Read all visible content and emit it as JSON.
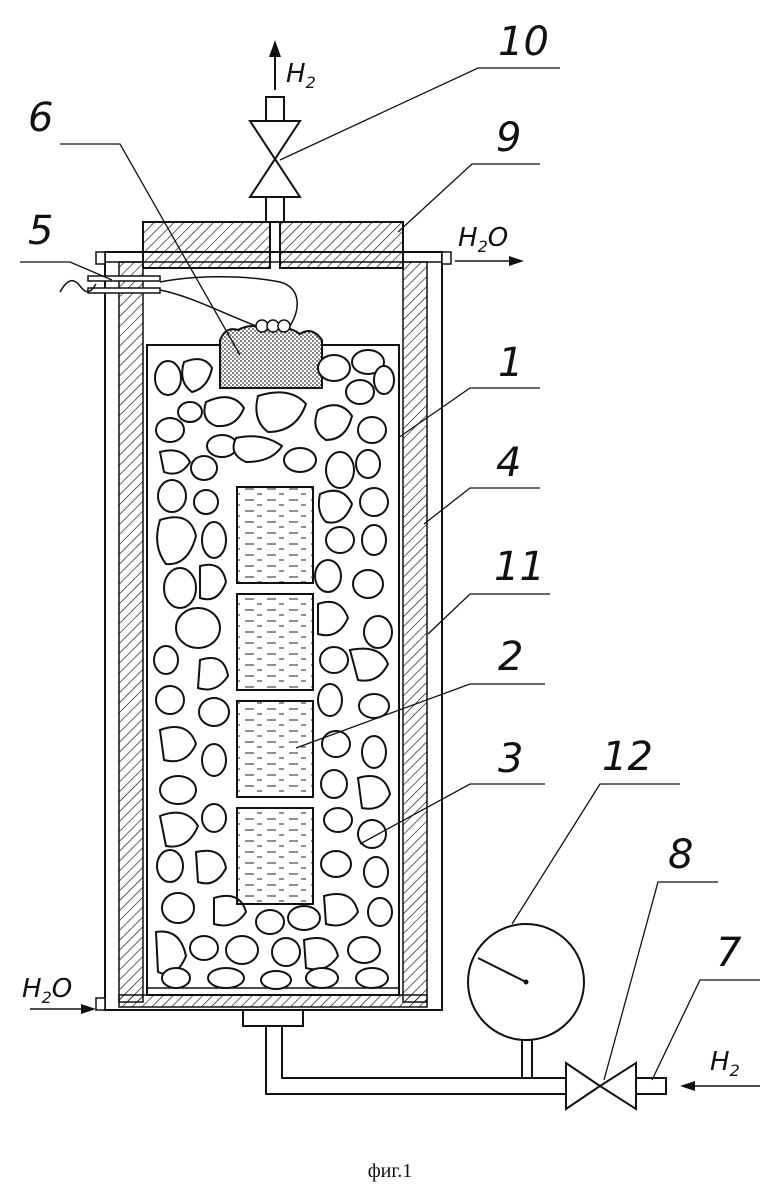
{
  "figure": {
    "caption": "фиг.1",
    "callouts": [
      "10",
      "6",
      "9",
      "5",
      "1",
      "4",
      "11",
      "2",
      "3",
      "12",
      "8",
      "7"
    ],
    "flows": {
      "h2_top": {
        "main": "H",
        "sub": "2"
      },
      "h2o_right": {
        "main1": "H",
        "sub": "2",
        "main2": "O"
      },
      "h2o_left": {
        "main1": "H",
        "sub": "2",
        "main2": "O"
      },
      "h2_right": {
        "main": "H",
        "sub": "2"
      }
    }
  }
}
